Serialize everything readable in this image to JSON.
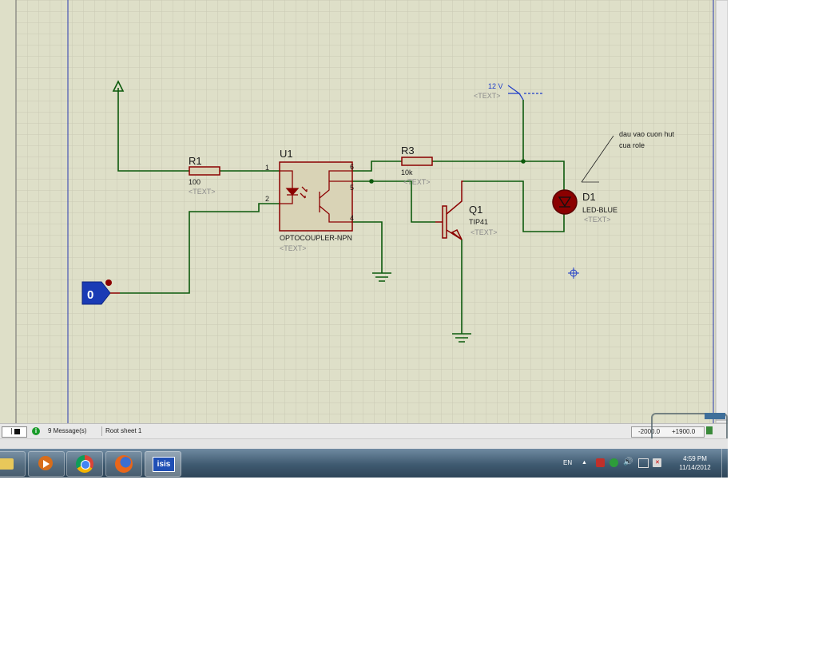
{
  "schematic": {
    "r1": {
      "ref": "R1",
      "value": "100",
      "text": "<TEXT>"
    },
    "u1": {
      "ref": "U1",
      "value": "OPTOCOUPLER-NPN",
      "text": "<TEXT>",
      "pins": [
        "1",
        "2",
        "6",
        "5",
        "4"
      ]
    },
    "r3": {
      "ref": "R3",
      "value": "10k",
      "text": "<TEXT>"
    },
    "q1": {
      "ref": "Q1",
      "value": "TIP41",
      "text": "<TEXT>"
    },
    "d1": {
      "ref": "D1",
      "value": "LED-BLUE",
      "text": "<TEXT>"
    },
    "power": {
      "label": "12 V",
      "text": "<TEXT>"
    },
    "logic_state": {
      "value": "0"
    },
    "note": {
      "line1": "dau vao cuon hut",
      "line2": "cua role"
    }
  },
  "statusbar": {
    "messages": "9 Message(s)",
    "sheet": "Root sheet 1",
    "coord_x": "-2000.0",
    "coord_y": "+1900.0"
  },
  "taskbar": {
    "apps": [
      "explorer-icon",
      "media-player-icon",
      "chrome-icon",
      "firefox-icon",
      "isis-icon"
    ],
    "isis_label": "isis",
    "language": "EN",
    "time": "4:59 PM",
    "date": "11/14/2012"
  },
  "colors": {
    "background": "#dedfc8",
    "grid": "#c9cab4",
    "wire": "#0c5a0c",
    "component": "#8b0000",
    "component_fill": "#d9d3b6",
    "label": "#1a1a1a",
    "placeholder": "#8a8a8a",
    "power": "#1e3cc8"
  }
}
